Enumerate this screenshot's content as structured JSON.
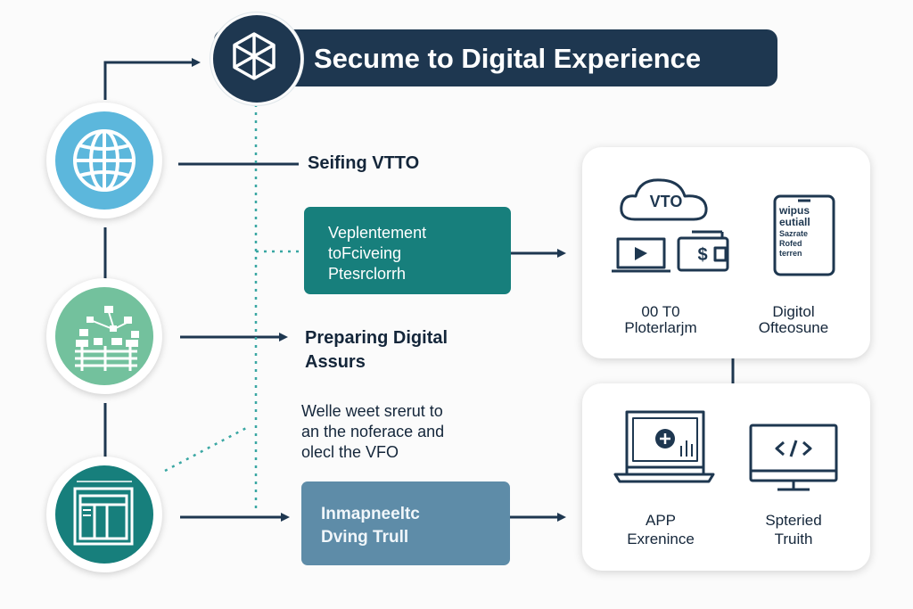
{
  "title": "Secume to Digital Experience",
  "labels": {
    "setting": "Seifing VTTO",
    "teal_box": [
      "Veplentement",
      "toFciveing",
      "Ptesrclorrh"
    ],
    "preparing": [
      "Preparing Digital",
      "Assurs"
    ],
    "well": [
      "Welle weet srerut to",
      "an the noferace and",
      "olecl the VFO"
    ],
    "slate_box": [
      "Inmapneeltc",
      "Dving Trull"
    ]
  },
  "card_top": {
    "cloud_text": "VTO",
    "dollar_text": "$",
    "phone_text": [
      "wipus",
      "eutiall",
      "Sazrate",
      "Rofed",
      "terren"
    ],
    "caption_left": [
      "00 T0",
      "Ploterlarjm"
    ],
    "caption_right": [
      "Digitol",
      "Ofteosune"
    ]
  },
  "card_bottom": {
    "caption_left": [
      "APP",
      "Exrenince"
    ],
    "caption_right": [
      "Spteried",
      "Truith"
    ]
  },
  "colors": {
    "navy": "#1e3750",
    "teal": "#177f7c",
    "sky": "#5cb7dc",
    "mint": "#73c19d",
    "slate": "#5e8ca8"
  }
}
